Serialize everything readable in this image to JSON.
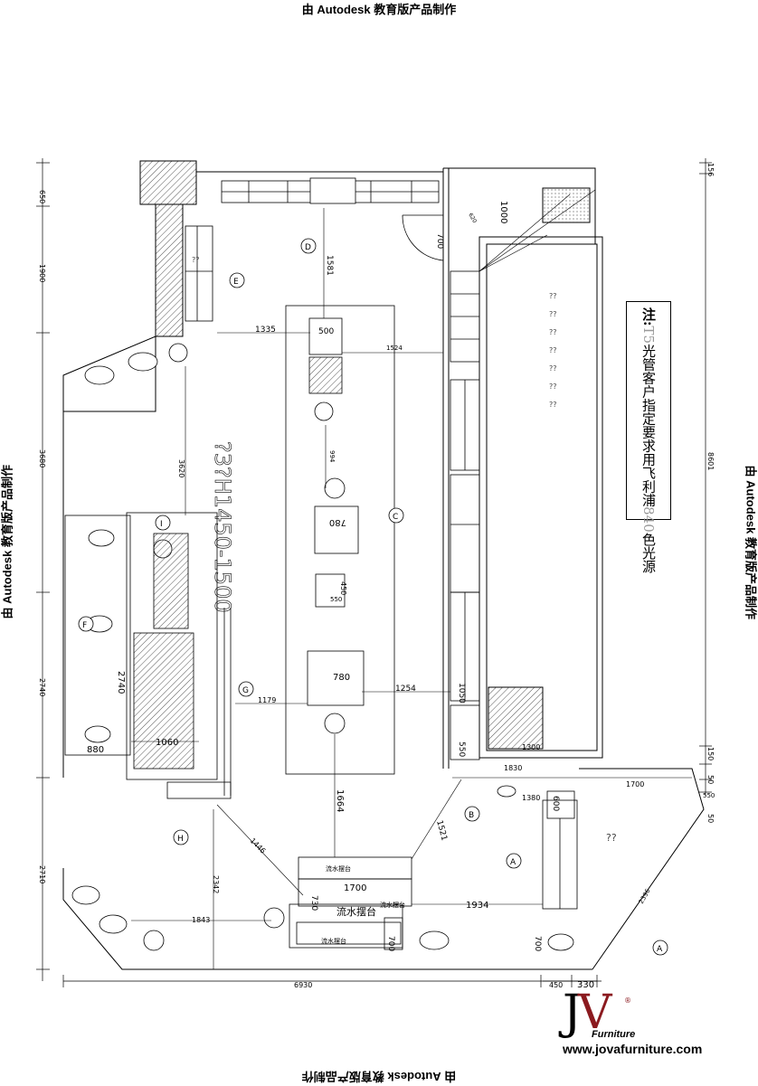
{
  "watermark": "由 Autodesk 教育版产品制作",
  "note": {
    "prefix": "注:",
    "segments": [
      "T5",
      "光管客户指定要求用飞利浦",
      "840",
      "色光源"
    ]
  },
  "vertical_label": "?3?H1450-1500",
  "dims_left": [
    "650",
    "1900",
    "3680",
    "3620",
    "2740",
    "2710"
  ],
  "dims_right": [
    "156",
    "8601",
    "150",
    "50",
    "50"
  ],
  "dims_bottom": [
    "6930",
    "450",
    "330"
  ],
  "dims_internal": {
    "d1581": "1581",
    "d1000": "1000",
    "d700_door": "700",
    "d620": "620",
    "d1335": "1335",
    "d500": "500",
    "d1524": "1524",
    "d994": "994",
    "d780a": "780",
    "d450": "450",
    "d550a": "550",
    "d780b": "780",
    "d1179": "1179",
    "d1254": "1254",
    "d1050": "1050",
    "d550b": "550",
    "d1300": "1300",
    "d1830": "1830",
    "d1700a": "1700",
    "d1380": "1380",
    "d600": "600",
    "d550c": "550",
    "d2740": "2740",
    "d1060": "1060",
    "d880": "880",
    "d1664": "1664",
    "d1446": "1446",
    "d1521": "1521",
    "d2342": "2342",
    "d1700b": "1700",
    "d730": "730",
    "d1934": "1934",
    "d1843": "1843",
    "d700b": "700",
    "d700c": "700",
    "d2396": "2396"
  },
  "counter_labels": {
    "main": "流水摆台",
    "small": "流水摆台"
  },
  "markers": [
    "D",
    "E",
    "C",
    "F",
    "G",
    "B",
    "A",
    "H",
    "I",
    "A"
  ],
  "question_marks": "??",
  "logo": {
    "j": "J",
    "v": "V",
    "reg": "®",
    "brand": "Furniture",
    "url": "www.jovafurniture.com"
  }
}
